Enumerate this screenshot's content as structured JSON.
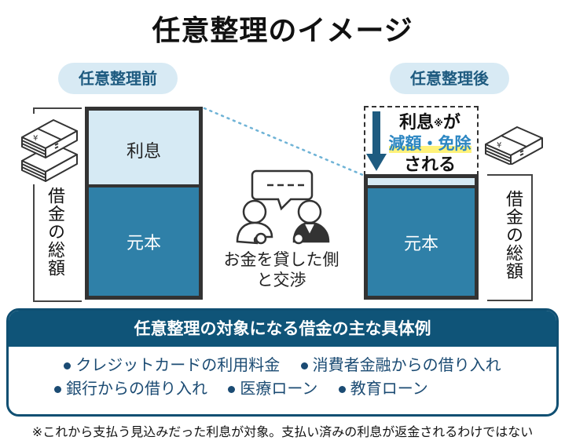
{
  "title": "任意整理のイメージ",
  "before": {
    "label": "任意整理前",
    "interest_label": "利息",
    "principal_label": "元本",
    "total_label": "借金の総額"
  },
  "after": {
    "label": "任意整理後",
    "interest_label_line1": "利息",
    "interest_note_mark": "※",
    "interest_label_line1_suffix": "が",
    "interest_label_line2": "減額・免除",
    "interest_label_line3": "される",
    "principal_label": "元本",
    "total_label": "借金の総額"
  },
  "negotiation": {
    "line1": "お金を貸した側",
    "line2": "と交渉",
    "speech_text": "----"
  },
  "examples": {
    "heading": "任意整理の対象になる借金の主な具体例",
    "items": [
      "クレジットカードの利用料金",
      "消費者金融からの借り入れ",
      "銀行からの借り入れ",
      "医療ローン",
      "教育ローン"
    ]
  },
  "footnote": "※これから支払う見込みだった利息が対象。支払い済みの利息が返金されるわけではない",
  "colors": {
    "interest_fill": "#d6eaf4",
    "principal_fill": "#2f80a8",
    "panel_header": "#0f5478",
    "pill_bg": "#d8eaf4",
    "highlight_text": "#2b86c2",
    "highlight_marker": "#fff27a",
    "arrow": "#1e5b80"
  }
}
